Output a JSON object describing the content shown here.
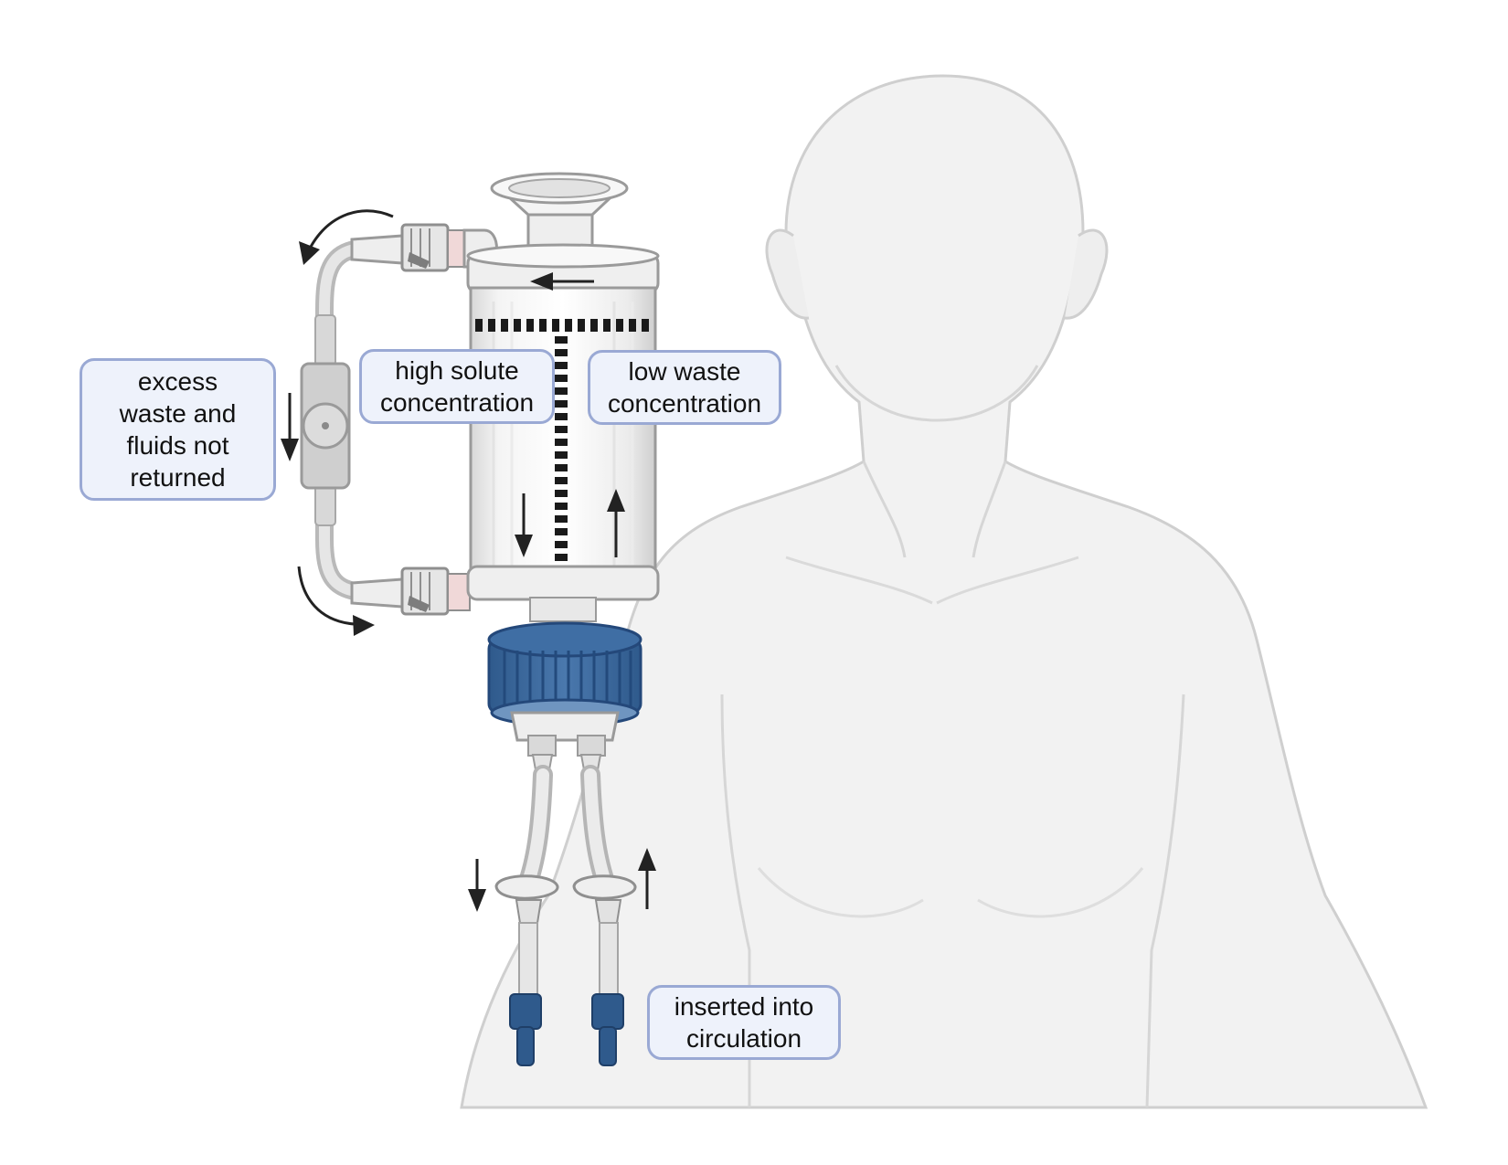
{
  "labels": {
    "excess_waste": [
      "excess",
      "waste and",
      "fluids not",
      "returned"
    ],
    "high_solute": [
      "high solute",
      "concentration"
    ],
    "low_waste": [
      "low waste",
      "concentration"
    ],
    "inserted": [
      "inserted into",
      "circulation"
    ]
  },
  "colors": {
    "body_fill": "#f2f2f2",
    "body_outline": "#cfcfcf",
    "cap_blue": "#3d6a9e",
    "cap_dark_blue": "#2c5585",
    "label_fill": "#eef2fb",
    "label_border": "#9aa9d4",
    "arrow": "#222222"
  },
  "icons": [
    "human-silhouette",
    "dialysis-cartridge",
    "screw-cap",
    "tube-connector",
    "catheter-tip",
    "flow-arrow"
  ]
}
